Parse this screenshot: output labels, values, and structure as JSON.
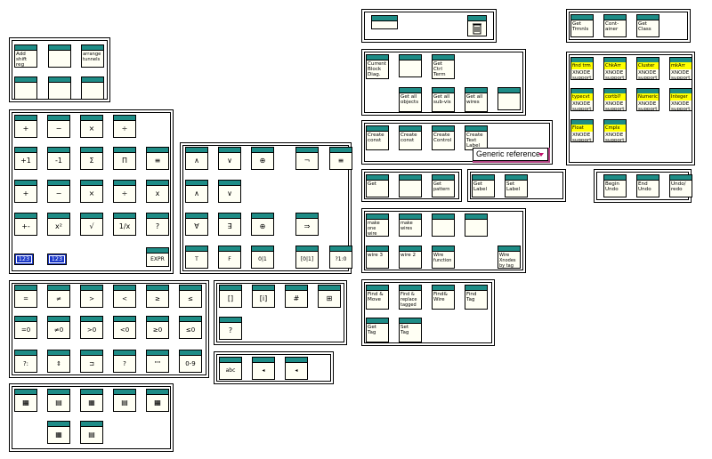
{
  "palettes": [
    {
      "name": "tunnels",
      "icons": [
        {
          "name": "add-shift-reg-vi",
          "label": "Add\nshift reg"
        },
        {
          "name": "shift-reg-glyph-vi",
          "label": ""
        },
        {
          "name": "arrange-tunnels-vi",
          "label": "arrange\ntunnels"
        },
        {
          "name": "structure-glyph-vi-1",
          "label": ""
        },
        {
          "name": "structure-glyph-vi-2",
          "label": ""
        },
        {
          "name": "structure-glyph-vi-3",
          "label": ""
        }
      ]
    },
    {
      "name": "arithmetic",
      "icons": [
        {
          "name": "add-vi",
          "label": "+"
        },
        {
          "name": "subtract-vi",
          "label": "−"
        },
        {
          "name": "multiply-vi",
          "label": "×"
        },
        {
          "name": "divide-vi",
          "label": "÷"
        },
        {
          "name": "increment-vi",
          "label": "+1"
        },
        {
          "name": "decrement-vi",
          "label": "-1"
        },
        {
          "name": "sum-vi",
          "label": "Σ"
        },
        {
          "name": "product-vi",
          "label": "Π"
        },
        {
          "name": "compound-vi",
          "label": "≡"
        },
        {
          "name": "add-array-vi",
          "label": "+"
        },
        {
          "name": "sub-array-vi",
          "label": "−"
        },
        {
          "name": "mul-array-vi",
          "label": "×"
        },
        {
          "name": "div-array-vi",
          "label": "÷"
        },
        {
          "name": "expr-array-vi",
          "label": "x"
        },
        {
          "name": "abs-vi",
          "label": "+-"
        },
        {
          "name": "square-vi",
          "label": "x²"
        },
        {
          "name": "sqrt-vi",
          "label": "√"
        },
        {
          "name": "recip-vi",
          "label": "1/x"
        },
        {
          "name": "random-vi",
          "label": "?"
        }
      ],
      "numerics": [
        "123",
        "123"
      ],
      "expr": "EXPR"
    },
    {
      "name": "boolean",
      "icons": [
        {
          "name": "and-vi",
          "label": "∧"
        },
        {
          "name": "or-vi",
          "label": "∨"
        },
        {
          "name": "xor-vi",
          "label": "⊕"
        },
        {
          "name": "not-vi",
          "label": "¬"
        },
        {
          "name": "compound-bool-vi",
          "label": "≡"
        },
        {
          "name": "nand-vi",
          "label": "∧"
        },
        {
          "name": "nor-vi",
          "label": "∨"
        },
        {
          "name": "and-array-vi",
          "label": "∀"
        },
        {
          "name": "or-array-vi",
          "label": "∃"
        },
        {
          "name": "xnor-vi",
          "label": "⊕"
        },
        {
          "name": "implies-vi",
          "label": "⇒"
        },
        {
          "name": "true-const-vi",
          "label": "T"
        },
        {
          "name": "false-const-vi",
          "label": "F"
        },
        {
          "name": "bool-to-int-vi",
          "label": "0|1"
        },
        {
          "name": "bool-array-num-vi",
          "label": "[0|1]"
        },
        {
          "name": "num-to-bool-vi",
          "label": "?1:0"
        }
      ]
    },
    {
      "name": "comparison",
      "icons": [
        {
          "name": "equal-vi",
          "label": "="
        },
        {
          "name": "not-equal-vi",
          "label": "≠"
        },
        {
          "name": "greater-vi",
          "label": ">"
        },
        {
          "name": "less-vi",
          "label": "<"
        },
        {
          "name": "greater-eq-vi",
          "label": "≥"
        },
        {
          "name": "less-eq-vi",
          "label": "≤"
        },
        {
          "name": "equal-zero-vi",
          "label": "=0"
        },
        {
          "name": "not-equal-zero-vi",
          "label": "≠0"
        },
        {
          "name": "greater-zero-vi",
          "label": ">0"
        },
        {
          "name": "less-zero-vi",
          "label": "<0"
        },
        {
          "name": "greater-eq-zero-vi",
          "label": "≥0"
        },
        {
          "name": "less-eq-zero-vi",
          "label": "≤0"
        },
        {
          "name": "select-vi",
          "label": "?:"
        },
        {
          "name": "max-min-vi",
          "label": "⇕"
        },
        {
          "name": "in-range-vi",
          "label": "⊐"
        },
        {
          "name": "not-a-number-vi",
          "label": "?"
        },
        {
          "name": "empty-string-vi",
          "label": "\"\""
        },
        {
          "name": "decimal-digit-vi",
          "label": "0-9"
        }
      ]
    },
    {
      "name": "cluster-array",
      "icons": [
        {
          "name": "build-array-vi",
          "label": "[]"
        },
        {
          "name": "index-array-vi",
          "label": "[i]"
        },
        {
          "name": "array-size-vi",
          "label": "#"
        },
        {
          "name": "bundle-vi",
          "label": "⊞"
        },
        {
          "name": "unbundle-vi",
          "label": "?"
        }
      ]
    },
    {
      "name": "cluster-misc",
      "icons": [
        {
          "name": "bundle-name-vi",
          "label": "abc"
        },
        {
          "name": "unbundle-name-vi",
          "label": "◂"
        },
        {
          "name": "cluster-const-vi",
          "label": "◂"
        }
      ]
    },
    {
      "name": "array-bottom",
      "icons": [
        {
          "name": "array-vi-1",
          "label": "▦"
        },
        {
          "name": "array-vi-2",
          "label": "▤"
        },
        {
          "name": "array-vi-3",
          "label": "▦"
        },
        {
          "name": "array-vi-4",
          "label": "▤"
        },
        {
          "name": "array-vi-5",
          "label": "▦"
        },
        {
          "name": "array-vi-6",
          "label": "▤"
        },
        {
          "name": "array-vi-7",
          "label": "▦"
        },
        {
          "name": "array-vi-8",
          "label": "▤"
        }
      ]
    },
    {
      "name": "objects",
      "icons": [
        {
          "name": "obj-ref-vi",
          "label": ""
        },
        {
          "name": "trash-vi",
          "label": ""
        }
      ]
    },
    {
      "name": "block-diagram",
      "icons": [
        {
          "name": "current-block-diag-vi",
          "label": "Current\nBlock\nDiag."
        },
        {
          "name": "block-glyph-vi",
          "label": ""
        },
        {
          "name": "get-ctrl-term-vi",
          "label": "Get\nCtrl\nTerm"
        },
        {
          "name": "get-all-objects-vi",
          "label": "Get all\nobjects"
        },
        {
          "name": "get-all-sub-vis-vi",
          "label": "Get all\nsub-vis"
        },
        {
          "name": "get-all-wires-vi",
          "label": "Get all\nwires"
        },
        {
          "name": "wire-glyph-vi",
          "label": ""
        }
      ]
    },
    {
      "name": "create",
      "icons": [
        {
          "name": "create-const-vi-1",
          "label": "Create\nconst"
        },
        {
          "name": "create-const-vi-2",
          "label": "Create\nconst"
        },
        {
          "name": "create-control-vi",
          "label": "Create\nControl"
        },
        {
          "name": "create-text-label-vi",
          "label": "Create\nText\nLabel"
        }
      ],
      "generic": "Generic reference"
    },
    {
      "name": "connect",
      "icons": [
        {
          "name": "get-connect-vi",
          "label": "Get"
        },
        {
          "name": "connect-glyph-vi",
          "label": ""
        },
        {
          "name": "get-pattern-vi",
          "label": "Get\npattern"
        }
      ]
    },
    {
      "name": "labels",
      "icons": [
        {
          "name": "get-label-vi",
          "label": "Get\nLabel"
        },
        {
          "name": "set-label-vi",
          "label": "Set\nLabel"
        }
      ]
    },
    {
      "name": "wires",
      "icons": [
        {
          "name": "make-one-wire-vi",
          "label": "make\none\nwire"
        },
        {
          "name": "make-wires-vi",
          "label": "make\nwires"
        },
        {
          "name": "wire-route-vi",
          "label": ""
        },
        {
          "name": "wire-cut-vi",
          "label": ""
        },
        {
          "name": "wire-3-vi",
          "label": "wire 3"
        },
        {
          "name": "wire-2-vi",
          "label": "wire 2"
        },
        {
          "name": "wire-function-vi",
          "label": "Wire\nfunction"
        },
        {
          "name": "wire-xnodes-by-tag-vi",
          "label": "Wire\nXnodes\nby tag"
        }
      ]
    },
    {
      "name": "find",
      "icons": [
        {
          "name": "find-move-vi",
          "label": "Find &\nMove"
        },
        {
          "name": "find-replace-tagged-vi",
          "label": "Find &\nreplace\ntagged"
        },
        {
          "name": "find-wire-vi",
          "label": "Find&\nWire"
        },
        {
          "name": "find-tag-vi",
          "label": "Find\nTag"
        },
        {
          "name": "get-tag-vi",
          "label": "Get\nTag"
        },
        {
          "name": "set-tag-vi",
          "label": "Set\nTag"
        }
      ]
    },
    {
      "name": "terms",
      "icons": [
        {
          "name": "get-trmnls-vi",
          "label": "Get\nTrmnls"
        },
        {
          "name": "container-vi",
          "label": "Cont-\nainer"
        },
        {
          "name": "get-class-vi",
          "label": "Get\nClass"
        }
      ]
    },
    {
      "name": "xnode-support",
      "icons": [
        {
          "name": "find-term-xnode-vi",
          "label": "find trm",
          "sub": "XNODE\nsupport"
        },
        {
          "name": "chkarr-xnode-vi",
          "label": "ChkArr",
          "sub": "XNODE\nsupport"
        },
        {
          "name": "cluster-xnode-vi",
          "label": "Cluster",
          "sub": "XNODE\nsupport"
        },
        {
          "name": "mkarr-xnode-vi",
          "label": "mkArr",
          "sub": "XNODE\nsupport"
        },
        {
          "name": "typecvt-xnode-vi",
          "label": "typecvt",
          "sub": "XNODE\nsupport"
        },
        {
          "name": "cortbl-xnode-vi",
          "label": "cortbl?",
          "sub": "XNODE\nsupport"
        },
        {
          "name": "numeric-xnode-vi",
          "label": "Numeric",
          "sub": "XNODE\nsupport"
        },
        {
          "name": "integer-xnode-vi",
          "label": "Integer",
          "sub": "XNODE\nsupport"
        },
        {
          "name": "float-xnode-vi",
          "label": "Float",
          "sub": "XNODE\nsupport"
        },
        {
          "name": "cmplx-xnode-vi",
          "label": "Cmplx",
          "sub": "XNODE\nsupport"
        }
      ]
    },
    {
      "name": "undo",
      "icons": [
        {
          "name": "begin-undo-vi",
          "label": "Begin\nUndo"
        },
        {
          "name": "end-undo-vi",
          "label": "End\nUndo"
        },
        {
          "name": "undo-redo-vi",
          "label": "Undo/\nredo"
        }
      ]
    }
  ]
}
